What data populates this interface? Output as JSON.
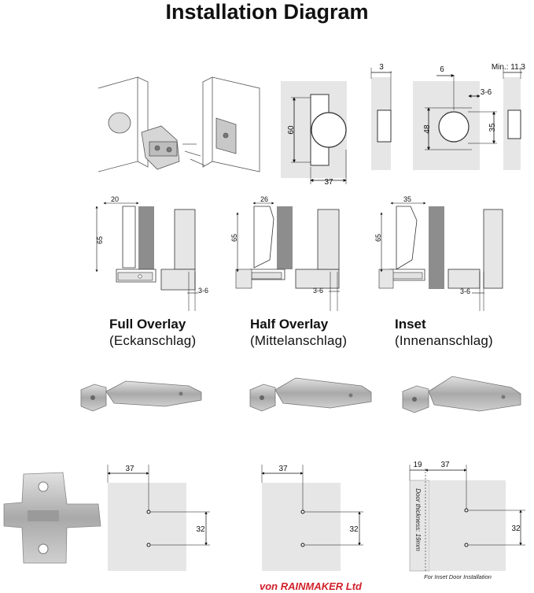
{
  "title": "Installation Diagram",
  "top_dimensions": {
    "height_60": "60",
    "width_37": "37",
    "door_thickness_3": "3",
    "dist_6": "6",
    "min_11_3": "Min.: 11.3",
    "range_3_6": "3-6",
    "height_48": "48",
    "height_35": "35"
  },
  "overlay_dimensions": {
    "full_overlay_offset": "20",
    "half_overlay_offset": "26",
    "inset_offset": "35",
    "hinge_height_full": "65",
    "hinge_height_half": "65",
    "hinge_height_inset": "65",
    "gap_full": "3-6",
    "gap_half": "3-6",
    "gap_inset": "3-6"
  },
  "types": [
    {
      "name": "Full Overlay",
      "german": "(Eckanschlag)"
    },
    {
      "name": "Half Overlay",
      "german": "(Mittelanschlag)"
    },
    {
      "name": "Inset",
      "german": "(Innenanschlag)"
    }
  ],
  "plate_dimensions": {
    "full_37": "37",
    "full_32": "32",
    "half_37": "37",
    "half_32": "32",
    "inset_19": "19",
    "inset_37": "37",
    "inset_32": "32",
    "door_thickness_note": "Door thickness: 19mm",
    "inset_note": "For Inset Door Installation"
  },
  "footer": "von RAINMAKER Ltd",
  "colors": {
    "panel_gray": "#e6e6e6",
    "dark_gray": "#8d8d8d",
    "metal": "#b9b9b9",
    "brand_red": "#d0202a"
  }
}
